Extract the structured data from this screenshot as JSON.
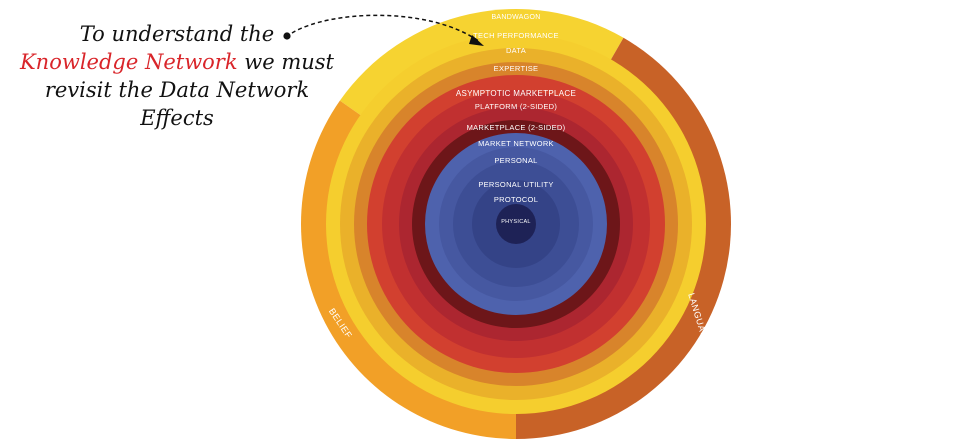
{
  "annotation": {
    "line1": "To understand the",
    "line2_highlight": "Knowledge Network",
    "line2_rest": " we must",
    "line3": "revisit the Data Network",
    "line4": "Effects",
    "highlight_color": "#d9252a"
  },
  "outer_labels": {
    "left": "BELIEF",
    "right": "LANGUAGE"
  },
  "rings": [
    {
      "label": "BANDWAGON",
      "color": "#f5ce2e"
    },
    {
      "label": "TECH PERFORMANCE",
      "color": "#eab12a"
    },
    {
      "label": "DATA",
      "color": "#d8842b"
    },
    {
      "label": "EXPERTISE",
      "color": "#d2402f"
    },
    {
      "label": "ASYMPTOTIC MARKETPLACE",
      "color": "#c13030"
    },
    {
      "label": "PLATFORM (2-SIDED)",
      "color": "#ac2630"
    },
    {
      "label": "MARKETPLACE (2-SIDED)",
      "color": "#6d1619"
    },
    {
      "label": "MARKET NETWORK",
      "color": "#4e62ad"
    },
    {
      "label": "PERSONAL",
      "color": "#4658a1"
    },
    {
      "label": "PERSONAL UTILITY",
      "color": "#3d4e95"
    },
    {
      "label": "PROTOCOL",
      "color": "#344387"
    },
    {
      "label": "PHYSICAL",
      "color": "#1e2256"
    }
  ],
  "sector_colors": {
    "top_band": "#f6d331",
    "left_band": "#f2a027",
    "right_band": "#c86227"
  }
}
